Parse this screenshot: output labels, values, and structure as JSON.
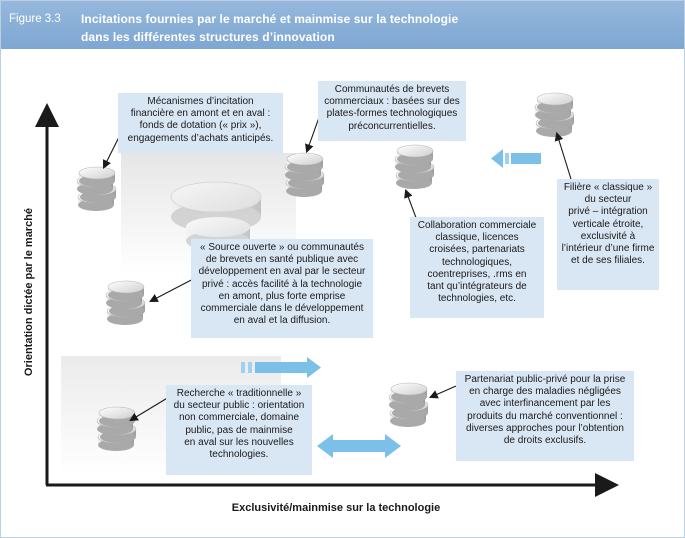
{
  "figure": {
    "number": "Figure 3.3",
    "title_line1": "Incitations fournies par le marché et mainmise sur la technologie",
    "title_line2": "dans les différentes structures d’innovation"
  },
  "axes": {
    "y_label": "Orientation dictée par le marché",
    "x_label": "Exclusivité/mainmise sur la technologie"
  },
  "boxes": {
    "mecanismes": "Mécanismes d’incitation\nfinancière en amont et en aval :\nfonds de dotation (« prix »),\nengagements d’achats anticipés.",
    "communautes": "Communautés de brevets\ncommerciaux : basées sur des\nplates-formes technologiques\npréconcurrentielles.",
    "source_ouverte": "« Source ouverte » ou communautés\nde brevets en santé publique avec\ndéveloppement en aval par le secteur\nprivé : accès facilité à la technologie\nen amont, plus forte emprise\ncommerciale dans le développement\nen aval et la diffusion.",
    "collaboration": "Collaboration commerciale\nclassique, licences\ncroisées, partenariats\ntechnologiques,\ncoentreprises, .rms en\ntant qu’intégrateurs de\ntechnologies, etc.",
    "filiere": "Filière « classique »\ndu secteur\nprivé – intégration\nverticale étroite,\nexclusivité à\nl’intérieur d’une firme\net de ses filiales.",
    "recherche": "Recherche « traditionnelle »\ndu secteur public : orientation\nnon commerciale, domaine\npublic, pas de mainmise\nen aval sur les nouvelles\ntechnologies.",
    "partenariat": "Partenariat public-privé pour la prise\nen charge des maladies négligées\navec interfinancement par les\nproduits du marché conventionnel :\ndiverses approches pour l’obtention\nde droits exclusifs."
  },
  "colors": {
    "header": "#84aad4",
    "box_fill": "#d9e6f3",
    "arrow_blue": "#7cc0ea",
    "axis": "#1a1a1a"
  }
}
